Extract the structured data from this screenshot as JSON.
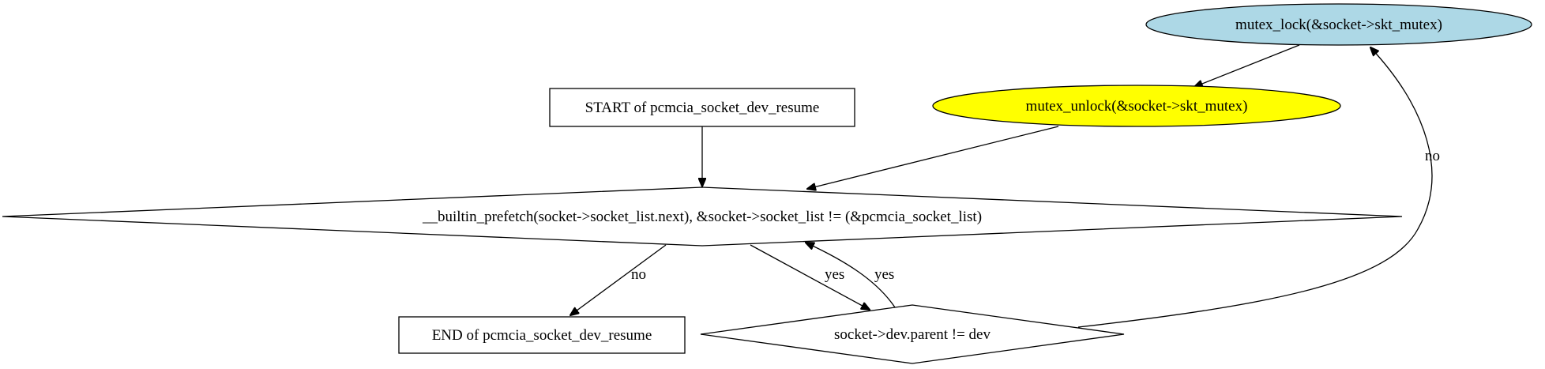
{
  "colors": {
    "lock_fill": "#add8e6",
    "unlock_fill": "#ffff00",
    "default_fill": "#ffffff",
    "stroke": "#000000"
  },
  "nodes": {
    "lock": {
      "label": "mutex_lock(&socket->skt_mutex)",
      "shape": "ellipse"
    },
    "unlock": {
      "label": "mutex_unlock(&socket->skt_mutex)",
      "shape": "ellipse"
    },
    "start": {
      "label": "START of pcmcia_socket_dev_resume",
      "shape": "box"
    },
    "loop": {
      "label": "__builtin_prefetch(socket->socket_list.next), &socket->socket_list != (&pcmcia_socket_list)",
      "shape": "diamond"
    },
    "end": {
      "label": "END of pcmcia_socket_dev_resume",
      "shape": "box"
    },
    "check": {
      "label": "socket->dev.parent != dev",
      "shape": "diamond"
    }
  },
  "edges": {
    "lock_to_unlock": {
      "label": ""
    },
    "unlock_to_loop": {
      "label": ""
    },
    "start_to_loop": {
      "label": ""
    },
    "loop_to_end": {
      "label": "no"
    },
    "loop_to_check": {
      "label": "yes"
    },
    "check_to_loop": {
      "label": "yes"
    },
    "check_to_lock": {
      "label": "no"
    }
  }
}
